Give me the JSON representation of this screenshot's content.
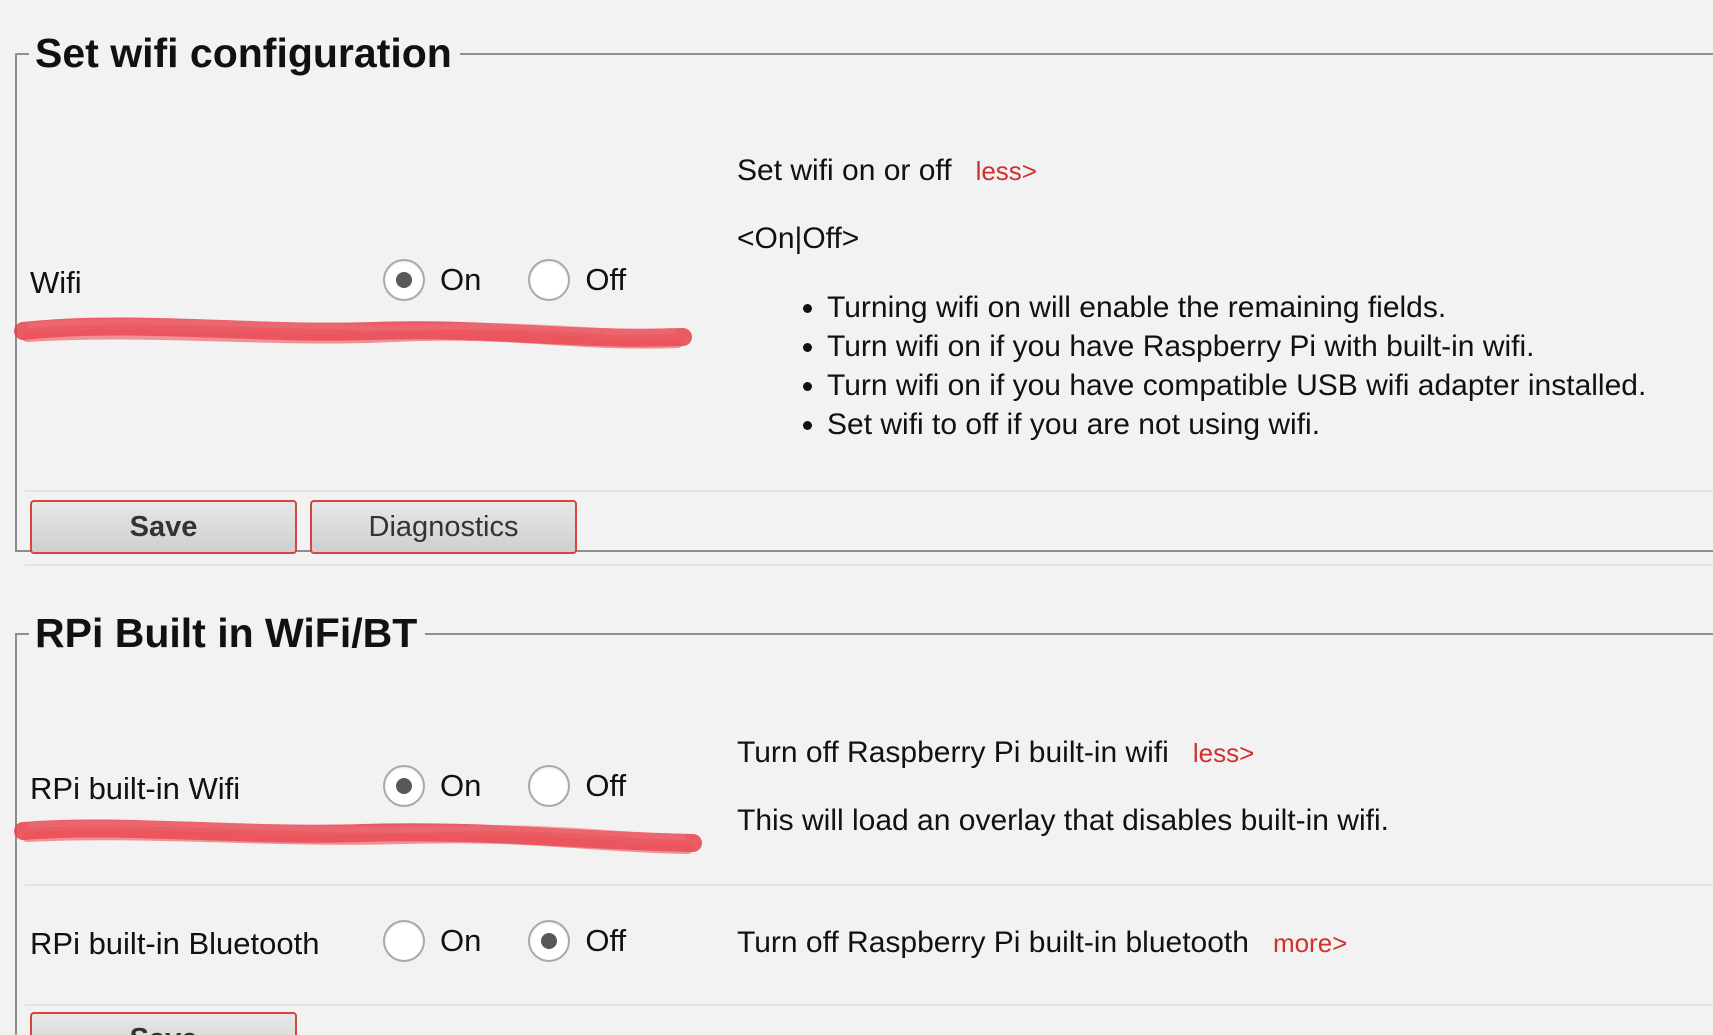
{
  "wifi_config": {
    "title": "Set wifi configuration",
    "wifi": {
      "label": "Wifi",
      "options": [
        {
          "label": "On",
          "selected": true
        },
        {
          "label": "Off",
          "selected": false
        }
      ]
    },
    "help": {
      "summary": "Set wifi on or off",
      "toggle_link": "less>",
      "syntax": "<On|Off>",
      "bullets": [
        "Turning wifi on will enable the remaining fields.",
        "Turn wifi on if you have Raspberry Pi with built-in wifi.",
        "Turn wifi on if you have compatible USB wifi adapter installed.",
        "Set wifi to off if you are not using wifi."
      ]
    },
    "buttons": {
      "save": "Save",
      "diagnostics": "Diagnostics"
    }
  },
  "rpi_builtin": {
    "title": "RPi Built in WiFi/BT",
    "wifi": {
      "label": "RPi built-in Wifi",
      "options": [
        {
          "label": "On",
          "selected": true
        },
        {
          "label": "Off",
          "selected": false
        }
      ],
      "help": {
        "summary": "Turn off Raspberry Pi built-in wifi",
        "toggle_link": "less>",
        "detail": "This will load an overlay that disables built-in wifi."
      }
    },
    "bluetooth": {
      "label": "RPi built-in Bluetooth",
      "options": [
        {
          "label": "On",
          "selected": false
        },
        {
          "label": "Off",
          "selected": true
        }
      ],
      "help": {
        "summary": "Turn off Raspberry Pi built-in bluetooth",
        "toggle_link": "more>"
      }
    },
    "buttons": {
      "save": "Save"
    }
  },
  "colors": {
    "accent_red": "#d0312d",
    "scribble_red": "#e8424b",
    "radio_dot": "#585858",
    "background": "#f2f2f2"
  }
}
